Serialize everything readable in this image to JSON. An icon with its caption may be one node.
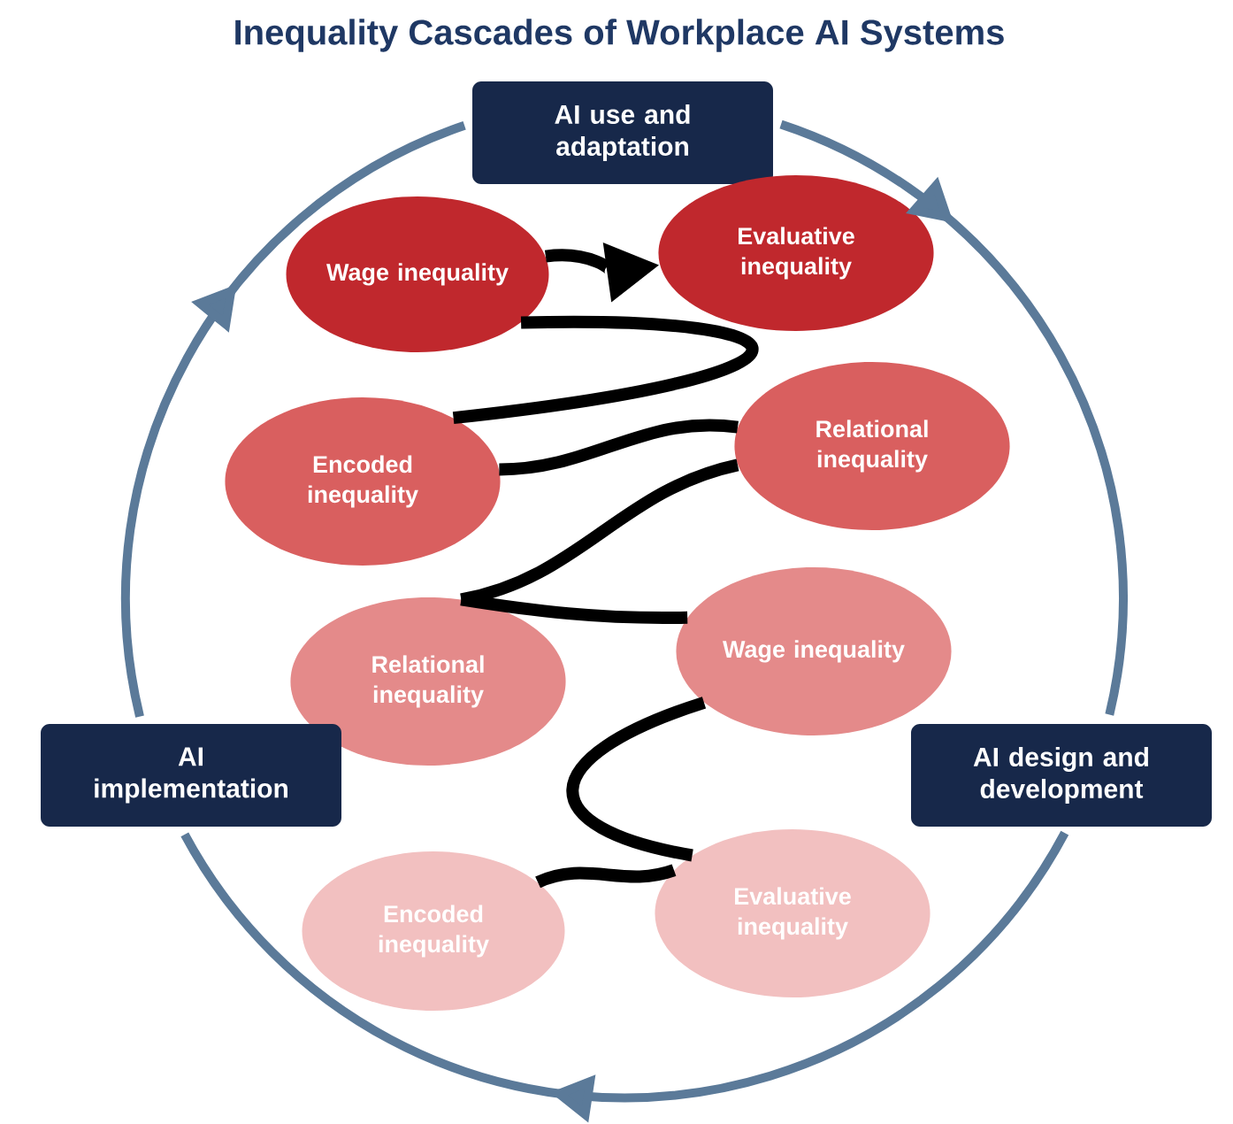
{
  "diagram": {
    "title": "Inequality Cascades of Workplace AI Systems",
    "nodes": [
      {
        "text": [
          "AI use and adaptation"
        ]
      },
      {
        "text": [
          "Wage inequality"
        ]
      },
      {
        "text": [
          "Evaluative inequality"
        ]
      },
      {
        "text": [
          "Encoded inequality"
        ]
      },
      {
        "text": [
          "Relational inequality"
        ]
      },
      {
        "text": [
          "Relational inequality"
        ]
      },
      {
        "text": [
          "Wage inequality"
        ]
      },
      {
        "text": [
          "AI implementation"
        ]
      },
      {
        "text": [
          "AI design and development"
        ]
      },
      {
        "text": [
          "Encoded inequality"
        ]
      },
      {
        "text": [
          "Evaluative inequality"
        ]
      }
    ],
    "edges": [
      {
        "from": 0,
        "to": 8,
        "arrow": "to",
        "color": "#5b7a99"
      },
      {
        "from": 8,
        "to": 7,
        "arrow": "to",
        "color": "#5b7a99"
      },
      {
        "from": 7,
        "to": 0,
        "arrow": "to",
        "color": "#5b7a99"
      },
      {
        "from": 9,
        "to": 10,
        "arrow": "none"
      },
      {
        "from": 10,
        "to": 6,
        "arrow": "none"
      },
      {
        "from": 6,
        "to": 5,
        "arrow": "none"
      },
      {
        "from": 5,
        "to": 4,
        "arrow": "none"
      },
      {
        "from": 4,
        "to": 3,
        "arrow": "none"
      },
      {
        "from": 3,
        "to": 1,
        "arrow": "none"
      },
      {
        "from": 1,
        "to": 2,
        "arrow": "to"
      }
    ]
  }
}
